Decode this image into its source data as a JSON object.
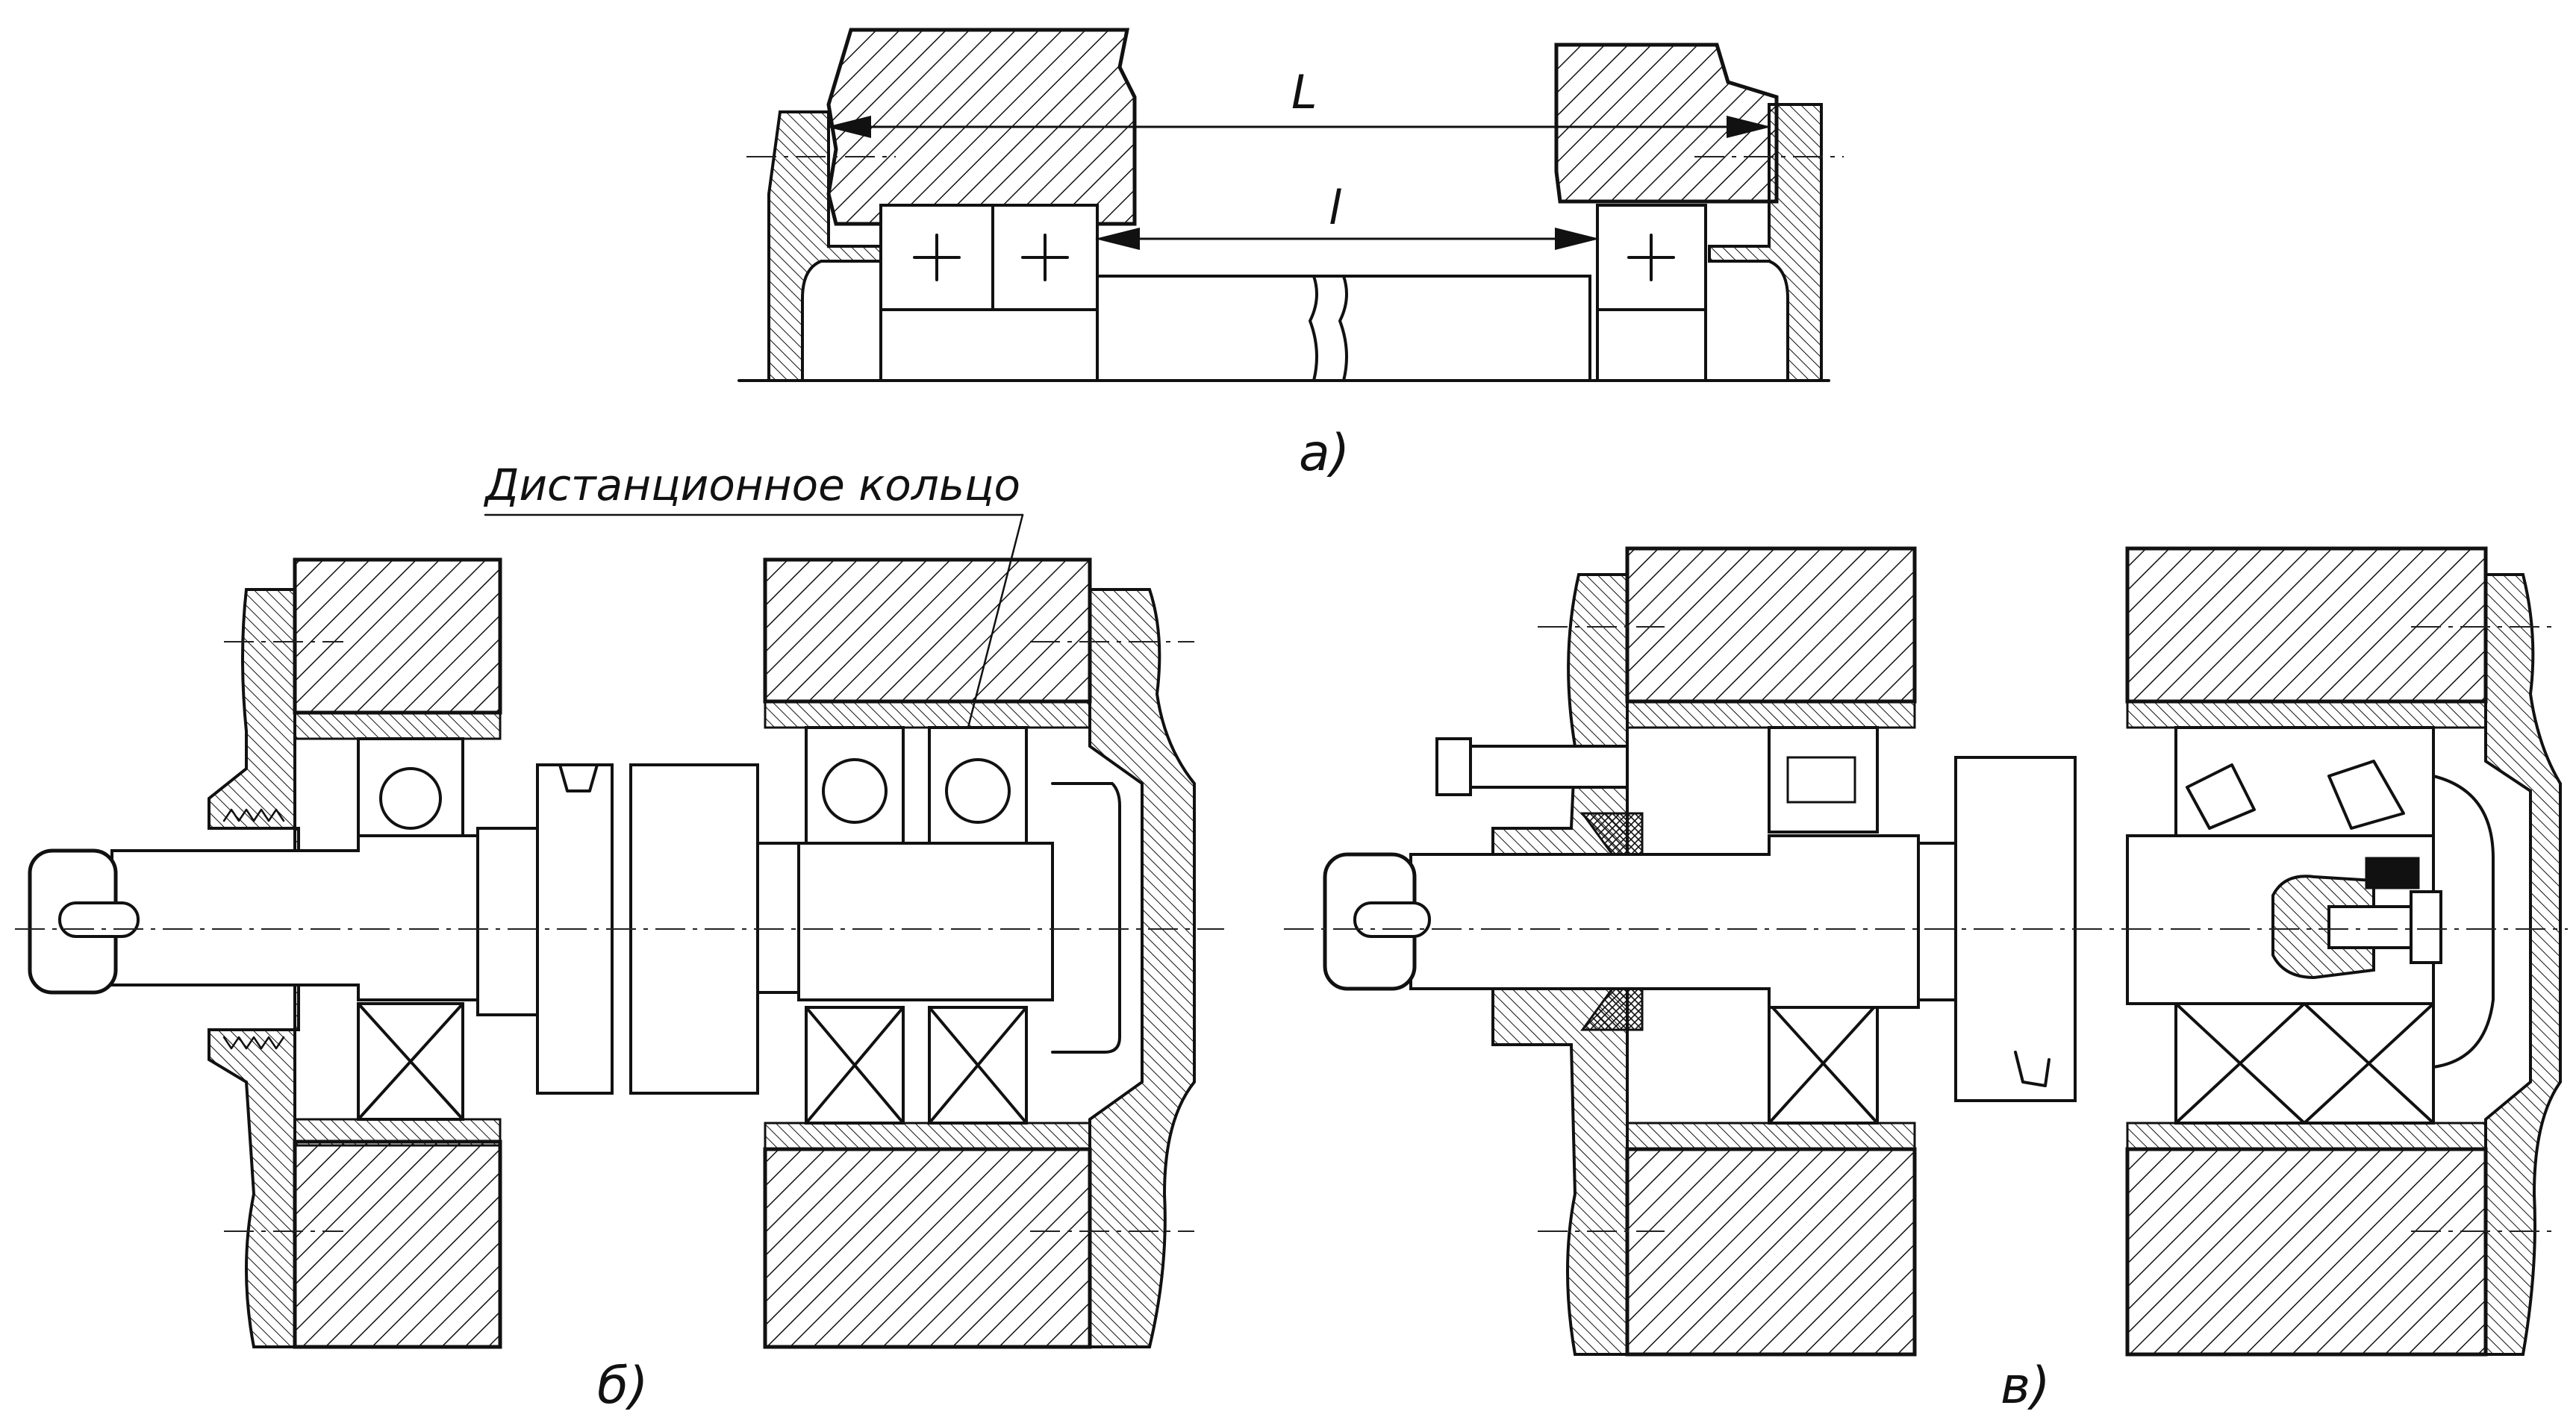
{
  "figure": {
    "labels": {
      "a": "a)",
      "b": "б)",
      "c": "в)",
      "length_L": "L",
      "length_l": "l",
      "callout": "Дистанционное  кольцо"
    }
  }
}
